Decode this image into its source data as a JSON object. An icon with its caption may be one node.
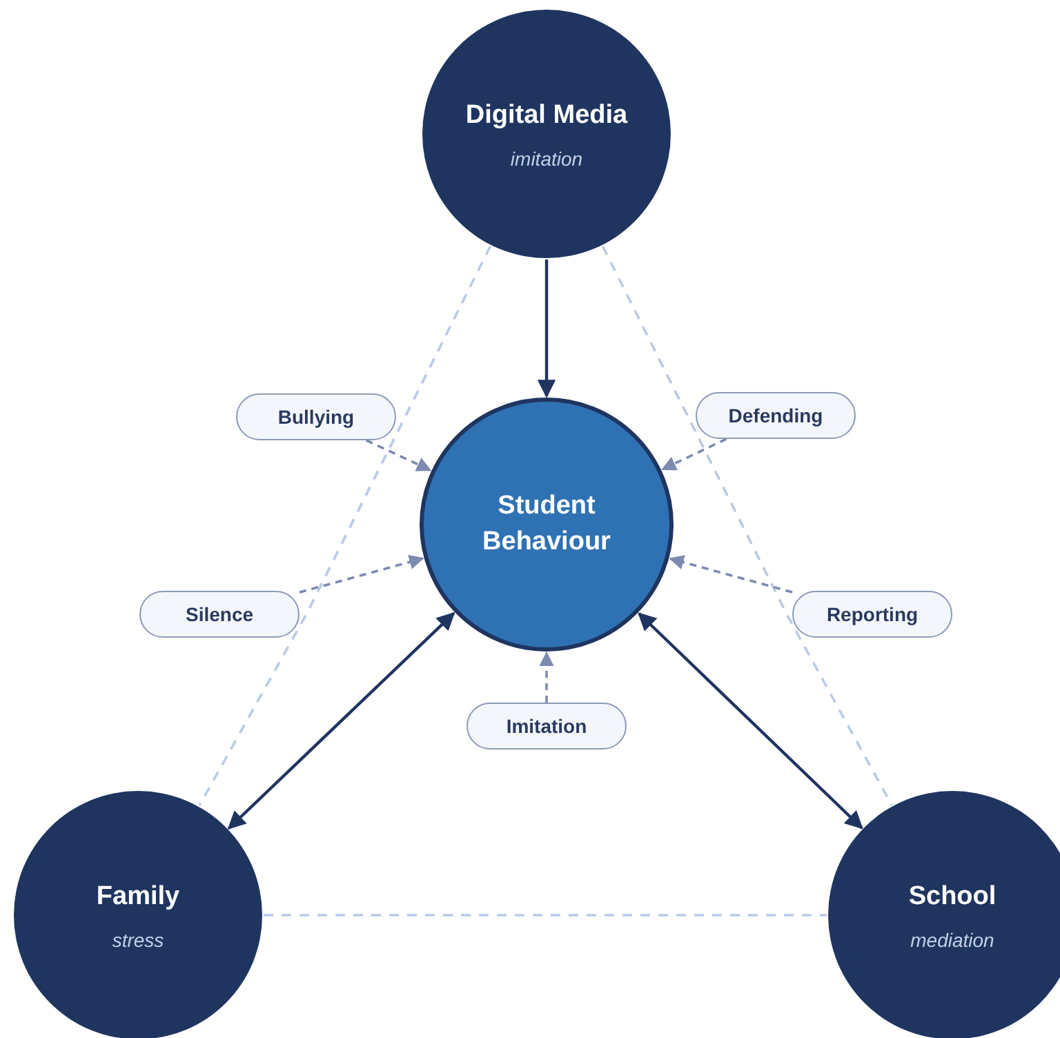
{
  "diagram": {
    "nodes": [
      {
        "text": [
          "Digital Media",
          "imitation"
        ]
      },
      {
        "text": [
          "Bullying"
        ]
      },
      {
        "text": [
          "Defending"
        ]
      },
      {
        "text": [
          "Student Behaviour"
        ]
      },
      {
        "text": [
          "Silence"
        ]
      },
      {
        "text": [
          "Reporting"
        ]
      },
      {
        "text": [
          "Imitation"
        ]
      },
      {
        "text": [
          "Family",
          "stress"
        ]
      },
      {
        "text": [
          "School",
          "mediation"
        ]
      }
    ],
    "edges": [
      {
        "from": 0,
        "to": 3,
        "arrow": "to",
        "color": "#1f3560"
      },
      {
        "from": 1,
        "to": 3,
        "arrow": "to",
        "style": "dashed",
        "color": "#7d8ab0"
      },
      {
        "from": 2,
        "to": 3,
        "arrow": "to",
        "style": "dashed",
        "color": "#7d8ab0"
      },
      {
        "from": 4,
        "to": 3,
        "arrow": "to",
        "style": "dashed",
        "color": "#7d8ab0"
      },
      {
        "from": 5,
        "to": 3,
        "arrow": "to",
        "style": "dashed",
        "color": "#7d8ab0"
      },
      {
        "from": 6,
        "to": 3,
        "arrow": "to",
        "style": "dashed",
        "color": "#7d8ab0"
      },
      {
        "from": 7,
        "to": 3,
        "arrow": "both",
        "color": "#1f3560"
      },
      {
        "from": 8,
        "to": 3,
        "arrow": "both",
        "color": "#1f3560"
      },
      {
        "from": 0,
        "to": 7,
        "arrow": "none",
        "style": "dashed",
        "color": "#b9cbe6"
      },
      {
        "from": 0,
        "to": 8,
        "arrow": "none",
        "style": "dashed",
        "color": "#b9cbe6"
      },
      {
        "from": 7,
        "to": 8,
        "arrow": "none",
        "style": "dashed",
        "color": "#b9cbe6"
      }
    ]
  }
}
